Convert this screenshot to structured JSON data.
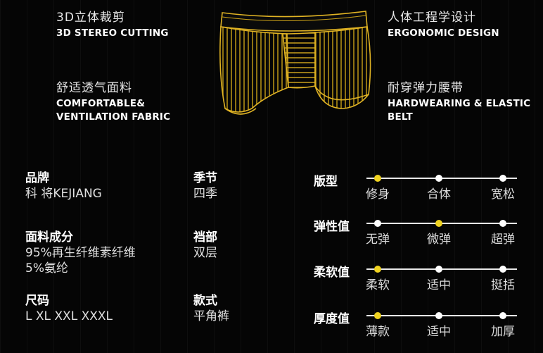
{
  "features": [
    {
      "cn": "3D立体裁剪",
      "en": [
        "3D STEREO CUTTING"
      ]
    },
    {
      "cn": "人体工程学设计",
      "en": [
        "ERGONOMIC DESIGN"
      ]
    },
    {
      "cn": "舒适透气面料",
      "en": [
        "COMFORTABLE&",
        "VENTILATION FABRIC"
      ]
    },
    {
      "cn": "耐穿弹力腰带",
      "en": [
        "HARDWEARING & ELASTIC",
        "BELT"
      ]
    }
  ],
  "specs": [
    {
      "key": "品牌",
      "lines": [
        "科 将KEJIANG"
      ]
    },
    {
      "key": "季节",
      "lines": [
        "四季"
      ]
    },
    {
      "key": "面料成分",
      "lines": [
        "95%再生纤维素纤维",
        "5%氨纶"
      ]
    },
    {
      "key": "裆部",
      "lines": [
        "双层"
      ]
    },
    {
      "key": "尺码",
      "lines": [
        "L XL XXL XXXL"
      ]
    },
    {
      "key": "款式",
      "lines": [
        "平角裤"
      ]
    }
  ],
  "scales": [
    {
      "label": "版型",
      "options": [
        "修身",
        "合体",
        "宽松"
      ],
      "selected": 0
    },
    {
      "label": "弹性值",
      "options": [
        "无弹",
        "微弹",
        "超弹"
      ],
      "selected": 1
    },
    {
      "label": "柔软值",
      "options": [
        "柔软",
        "适中",
        "挺括"
      ],
      "selected": 0
    },
    {
      "label": "厚度值",
      "options": [
        "薄款",
        "适中",
        "加厚"
      ],
      "selected": 0
    }
  ],
  "colors": {
    "accent": "#f0d321",
    "background": "#050505",
    "text": "#ffffff"
  },
  "icons": {
    "product": "boxer-briefs-icon"
  }
}
